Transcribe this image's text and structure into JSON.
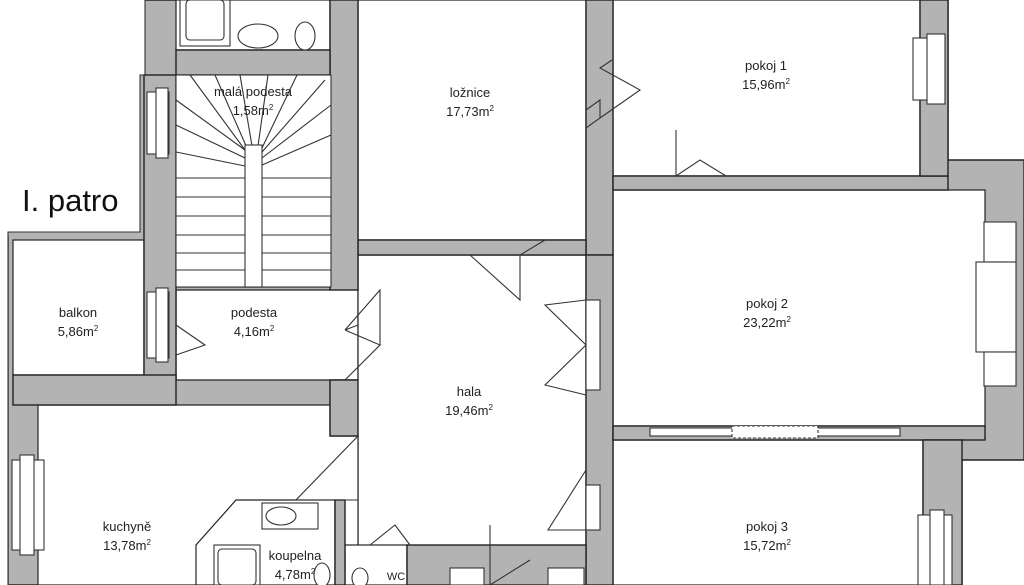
{
  "floor_title": "I. patro",
  "rooms": [
    {
      "name": "malá podesta",
      "area": "1,58m",
      "unit_sup": "2"
    },
    {
      "name": "ložnice",
      "area": "17,73m",
      "unit_sup": "2"
    },
    {
      "name": "pokoj 1",
      "area": "15,96m",
      "unit_sup": "2"
    },
    {
      "name": "balkon",
      "area": "5,86m",
      "unit_sup": "2"
    },
    {
      "name": "podesta",
      "area": "4,16m",
      "unit_sup": "2"
    },
    {
      "name": "pokoj 2",
      "area": "23,22m",
      "unit_sup": "2"
    },
    {
      "name": "hala",
      "area": "19,46m",
      "unit_sup": "2"
    },
    {
      "name": "kuchyně",
      "area": "13,78m",
      "unit_sup": "2"
    },
    {
      "name": "koupelna",
      "area": "4,78m",
      "unit_sup": "2"
    },
    {
      "name": "pokoj 3",
      "area": "15,72m",
      "unit_sup": "2"
    },
    {
      "name": "WC",
      "area": "",
      "unit_sup": ""
    }
  ],
  "colors": {
    "wall": "#b3b3b3",
    "outline": "#222222",
    "floor": "#ffffff"
  }
}
